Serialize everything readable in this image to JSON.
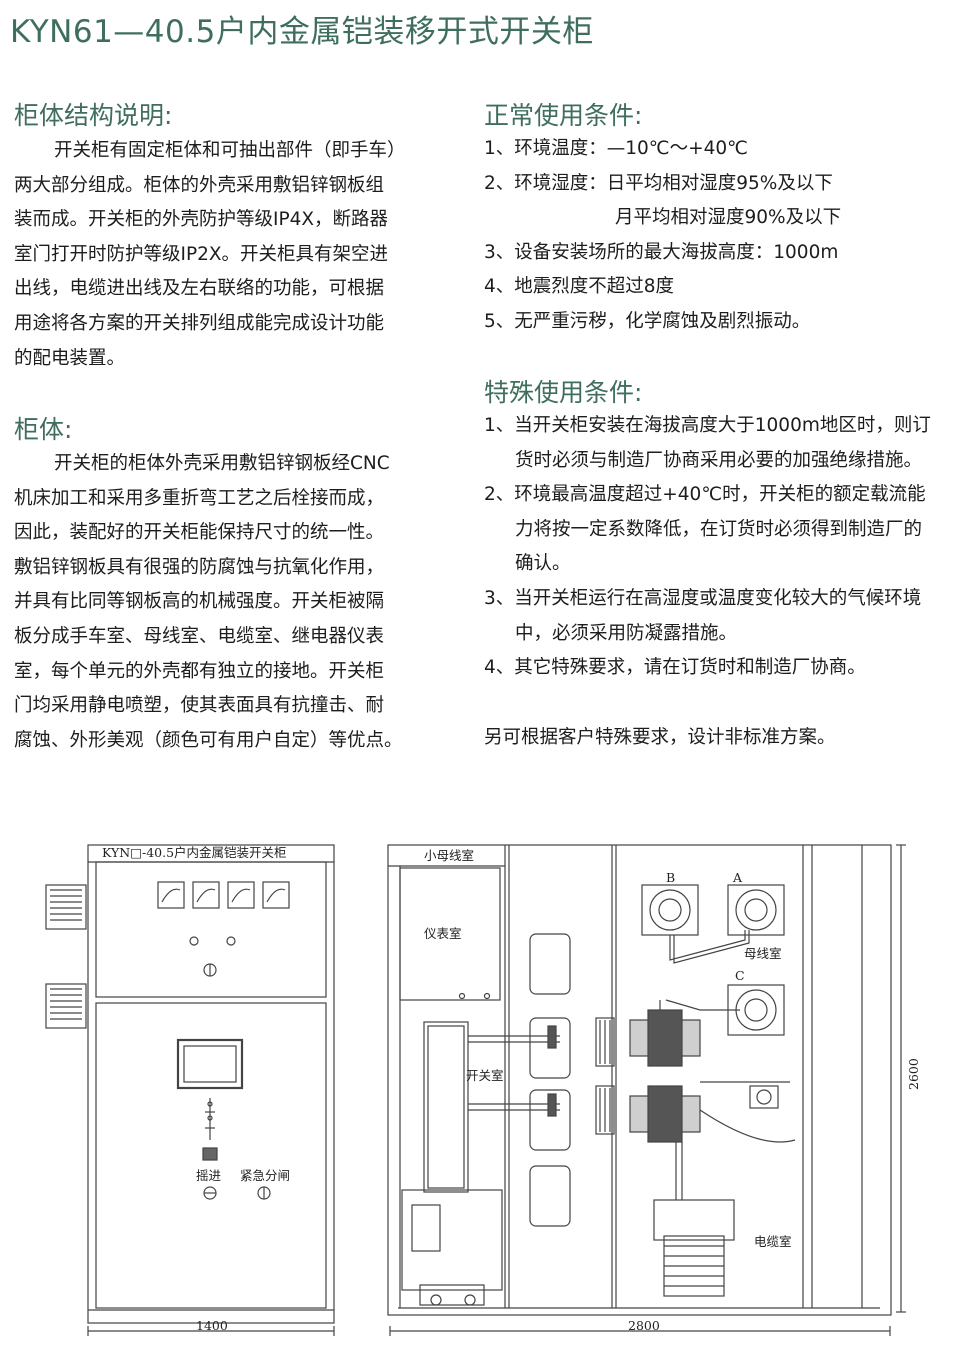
{
  "title": "KYN61—40.5户内金属铠装移开式开关柜",
  "left": {
    "structure": {
      "heading": "柜体结构说明:",
      "lines": [
        "开关柜有固定柜体和可抽出部件（即手车）",
        "两大部分组成。柜体的外壳采用敷铝锌钢板组",
        "装而成。开关柜的外壳防护等级IP4X，断路器",
        "室门打开时防护等级IP2X。开关柜具有架空进",
        "出线，电缆进出线及左右联络的功能，可根据",
        "用途将各方案的开关排列组成能完成设计功能",
        "的配电装置。"
      ]
    },
    "cabinet": {
      "heading": "柜体:",
      "lines": [
        "开关柜的柜体外壳采用敷铝锌钢板经CNC",
        "机床加工和采用多重折弯工艺之后栓接而成，",
        "因此，装配好的开关柜能保持尺寸的统一性。",
        "敷铝锌钢板具有很强的防腐蚀与抗氧化作用，",
        "并具有比同等钢板高的机械强度。开关柜被隔",
        "板分成手车室、母线室、电缆室、继电器仪表",
        "室，每个单元的外壳都有独立的接地。开关柜",
        "门均采用静电喷塑，使其表面具有抗撞击、耐",
        "腐蚀、外形美观（颜色可有用户自定）等优点。"
      ]
    }
  },
  "right": {
    "normal": {
      "heading": "正常使用条件:",
      "rows": [
        "1、环境温度：—10℃～+40℃",
        "2、环境湿度：日平均相对湿度95%及以下",
        "月平均相对湿度90%及以下",
        "3、设备安装场所的最大海拔高度：1000m",
        "4、地震烈度不超过8度",
        "5、无严重污秽，化学腐蚀及剧烈振动。"
      ]
    },
    "special": {
      "heading": "特殊使用条件:",
      "rows": [
        "1、当开关柜安装在海拔高度大于1000m地区时，则订",
        "货时必须与制造厂协商采用必要的加强绝缘措施。",
        "2、环境最高温度超过+40℃时，开关柜的额定载流能",
        "力将按一定系数降低，在订货时必须得到制造厂的",
        "确认。",
        "3、当开关柜运行在高湿度或温度变化较大的气候环境",
        "中，必须采用防凝露措施。",
        "4、其它特殊要求，请在订货时和制造厂协商。"
      ],
      "note": "另可根据客户特殊要求，设计非标准方案。"
    }
  },
  "drawing": {
    "front": {
      "nameplate": "KYN□-40.5户内金属铠装开关柜",
      "button_insert": "摇进",
      "button_emergency": "紧急分闸",
      "width_dim": "1400"
    },
    "side": {
      "small_bus_room": "小母线室",
      "instrument_room": "仪表室",
      "switch_room": "开关室",
      "bus_room": "母线室",
      "cable_room": "电缆室",
      "phase_a": "A",
      "phase_b": "B",
      "phase_c": "C",
      "depth_dim": "2800",
      "height_dim": "2600"
    }
  }
}
